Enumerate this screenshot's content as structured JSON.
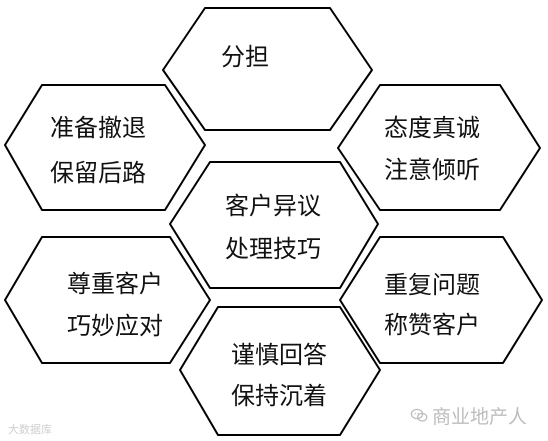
{
  "diagram": {
    "hexagons": [
      {
        "id": "top",
        "lines": [
          "分担"
        ]
      },
      {
        "id": "upper-left",
        "lines": [
          "准备撤退",
          "保留后路"
        ]
      },
      {
        "id": "upper-right",
        "lines": [
          "态度真诚",
          "注意倾听"
        ]
      },
      {
        "id": "center",
        "lines": [
          "客户异议",
          "处理技巧"
        ]
      },
      {
        "id": "lower-left",
        "lines": [
          "尊重客户",
          "巧妙应对"
        ]
      },
      {
        "id": "lower-right",
        "lines": [
          "重复问题",
          "称赞客户"
        ]
      },
      {
        "id": "bottom",
        "lines": [
          "谨慎回答",
          "保持沉着"
        ]
      }
    ]
  },
  "watermarks": {
    "left": "大数据库",
    "right": "商业地产人"
  }
}
